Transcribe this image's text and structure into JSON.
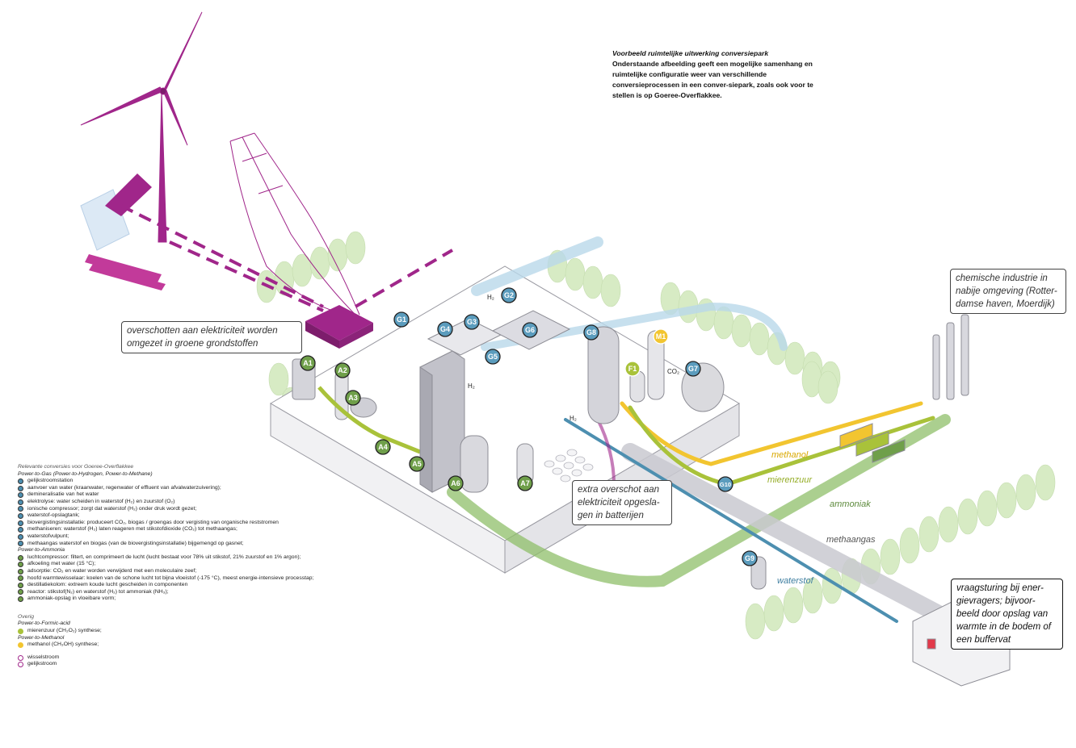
{
  "intro": {
    "heading": "Voorbeeld ruimtelijke uitwerking conversiepark",
    "body": "Onderstaande afbeelding geeft een mogelijke samenhang en ruimtelijke configuratie weer van verschillende conversieprocessen in een conver-siepark, zoals ook voor te stellen is op Goeree-Overflakkee."
  },
  "callouts": {
    "surplus": "overschotten aan elektriciteit worden omgezet in groene grondstoffen",
    "industry": "chemische industrie in nabije omgeving (Rotter-damse haven, Moerdijk)",
    "batteries": "extra overschot aan elektriciteit opgesla-gen in batterijen",
    "demand": "vraagsturing bij ener-gievragers; bijvoor-beeld door opslag van warmte in de bodem of een buffervat"
  },
  "flows": {
    "methanol": "methanol",
    "mierenzuur": "mierenzuur",
    "ammoniak": "ammoniak",
    "methaangas": "methaangas",
    "waterstof": "waterstof"
  },
  "labels": {
    "h2_a": "H₂",
    "h2_b": "H₂",
    "h2_c": "H₂",
    "co2": "CO₂"
  },
  "markers": {
    "G1": "G1",
    "G2": "G2",
    "G3": "G3",
    "G4": "G4",
    "G5": "G5",
    "G6": "G6",
    "G7": "G7",
    "G8": "G8",
    "G9": "G9",
    "G10": "G10",
    "A1": "A1",
    "A2": "A2",
    "A3": "A3",
    "A4": "A4",
    "A5": "A5",
    "A6": "A6",
    "A7": "A7",
    "F1": "F1",
    "M1": "M1"
  },
  "colors": {
    "gas": "#4d8fb0",
    "ammonia": "#6f9f4a",
    "formic": "#a9c23a",
    "methanol": "#f2c530",
    "electric": "#a0268a",
    "building": "#cfcfd6",
    "tree": "#d7ebc4"
  },
  "legend": {
    "section": "Relevante conversies voor Goeree-Overflakkee",
    "gas_title": "Power-to-Gas (Power-to-Hydrogen, Power-to-Methane)",
    "gas_items": [
      "gelijkstroomstation",
      "aanvoer van water (kraanwater, regenwater of effluent van afvalwaterzuivering);",
      "demineralisatie van het water",
      "elektrolyse: water scheiden in waterstof (H₂) en zuurstof (O₂)",
      "ionische compressor; zorgt dat waterstof (H₂) onder druk wordt gezet;",
      "waterstof-opslagtank;",
      "biovergistingsinstallatie: produceert CO₂, biogas / groengas door vergisting van organische reststromen",
      "methaniseren: waterstof (H₂) laten reageren met stikstofdioxide (CO₂) tot methaangas;",
      "waterstofvulpunt;",
      "methaangas waterstof en biogas (van de biovergistingsinstallatie) bijgemengd op gasnet;"
    ],
    "ammonia_title": "Power-to-Ammonia",
    "ammonia_items": [
      "luchtcompressor: filtert, en comprimeert de lucht (lucht bestaat voor 78% uit stikstof, 21% zuurstof en 1% argon);",
      "afkoeling met water (15 °C);",
      "adsorptie: CO₂ en water worden verwijderd met een moleculaire zeef;",
      "hoofd warmtewisselaar: koelen van de schone lucht tot bijna vloeistof (-175 °C), meest energie-intensieve processtap;",
      "destillatiekolom: extreem koude lucht gescheiden in componenten",
      "reactor: stikstof(N₂) en waterstof (H₂) tot ammoniak (NH₃);",
      "ammoniak-opslag in vloeibare vorm;"
    ],
    "other_section": "Overig",
    "formic_title": "Power-to-Formic-acid",
    "formic_item": "mierenzuur (CH₂O₂) synthese;",
    "methanol_title": "Power-to-Methanol",
    "methanol_item": "methanol (CH₃OH) synthese;",
    "ac": "wisselstroom",
    "dc": "gelijkstroom"
  }
}
